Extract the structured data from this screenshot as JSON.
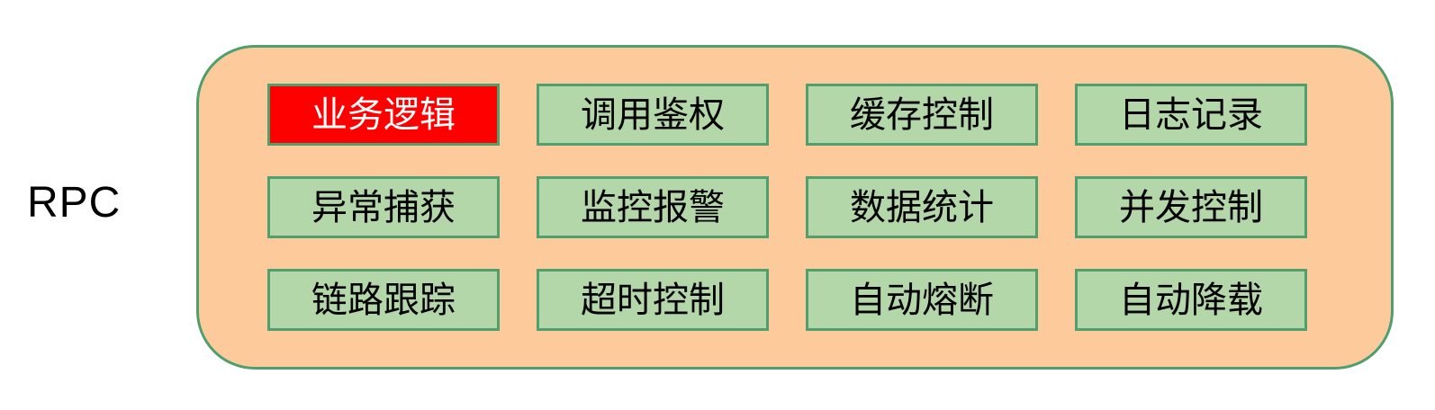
{
  "diagram": {
    "label": "RPC",
    "colors": {
      "container_fill": "#FDCB9B",
      "container_border": "#4F9E6E",
      "box_fill": "#B3D7A8",
      "box_border": "#509F6E",
      "highlight_fill": "#FF0000",
      "highlight_text": "#FFFFFF",
      "text": "#000000"
    },
    "rows": [
      {
        "cells": [
          {
            "label": "业务逻辑",
            "highlight": true
          },
          {
            "label": "调用鉴权",
            "highlight": false
          },
          {
            "label": "缓存控制",
            "highlight": false
          },
          {
            "label": "日志记录",
            "highlight": false
          }
        ]
      },
      {
        "cells": [
          {
            "label": "异常捕获",
            "highlight": false
          },
          {
            "label": "监控报警",
            "highlight": false
          },
          {
            "label": "数据统计",
            "highlight": false
          },
          {
            "label": "并发控制",
            "highlight": false
          }
        ]
      },
      {
        "cells": [
          {
            "label": "链路跟踪",
            "highlight": false
          },
          {
            "label": "超时控制",
            "highlight": false
          },
          {
            "label": "自动熔断",
            "highlight": false
          },
          {
            "label": "自动降载",
            "highlight": false
          }
        ]
      }
    ]
  }
}
